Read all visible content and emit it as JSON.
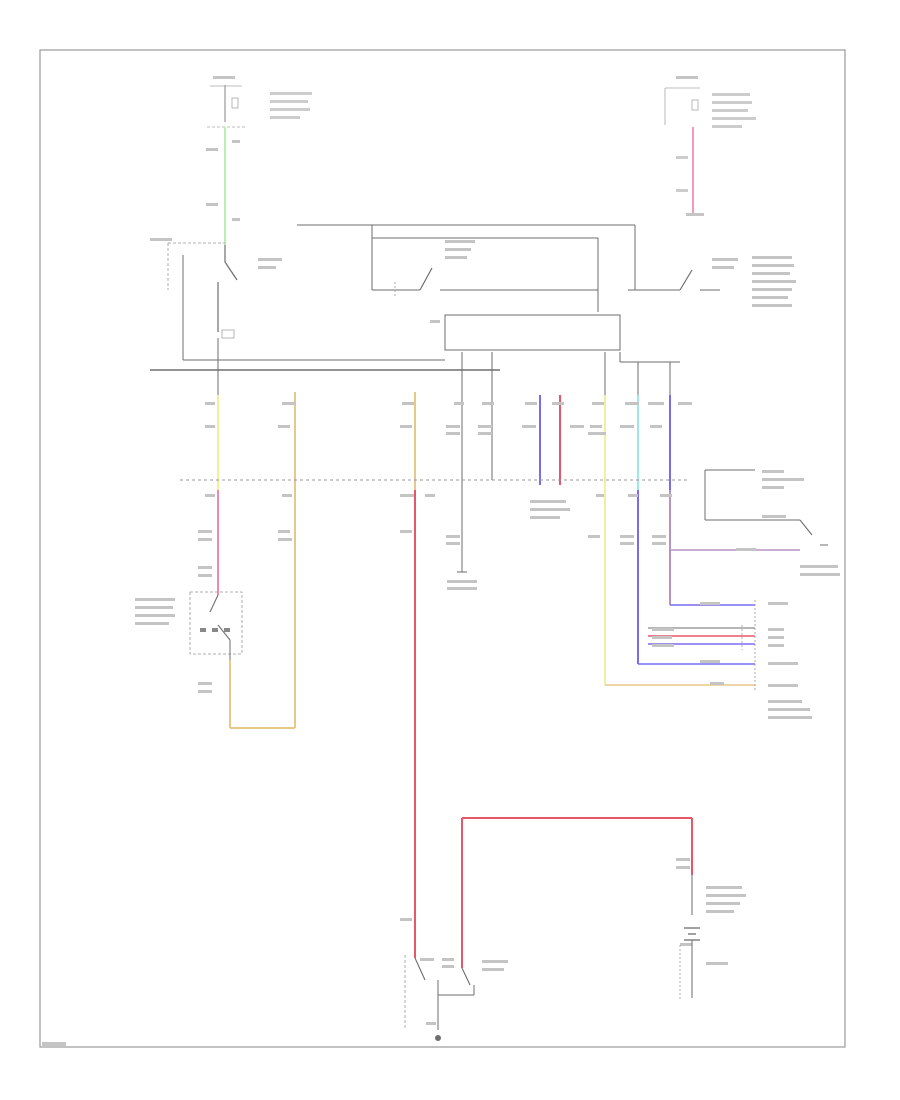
{
  "colors": {
    "frame": "#9a9a9a",
    "wire_black": "#6e6e6e",
    "wire_green": "#b7f0b0",
    "wire_pink": "#f08aa8",
    "wire_red": "#e8566a",
    "wire_yellow": "#f2ef9c",
    "wire_tan": "#e6c98a",
    "wire_blue": "#7a6cf0",
    "wire_lightblue": "#9fe8e8",
    "wire_purple": "#b694c2"
  },
  "components": [
    "ignition-relay",
    "starter-control-relay",
    "starter-relay",
    "control-module",
    "transmission-range-switch",
    "push-button-ignition-switch",
    "starter-motor",
    "battery",
    "ground-point"
  ],
  "footer": {
    "code": ""
  }
}
